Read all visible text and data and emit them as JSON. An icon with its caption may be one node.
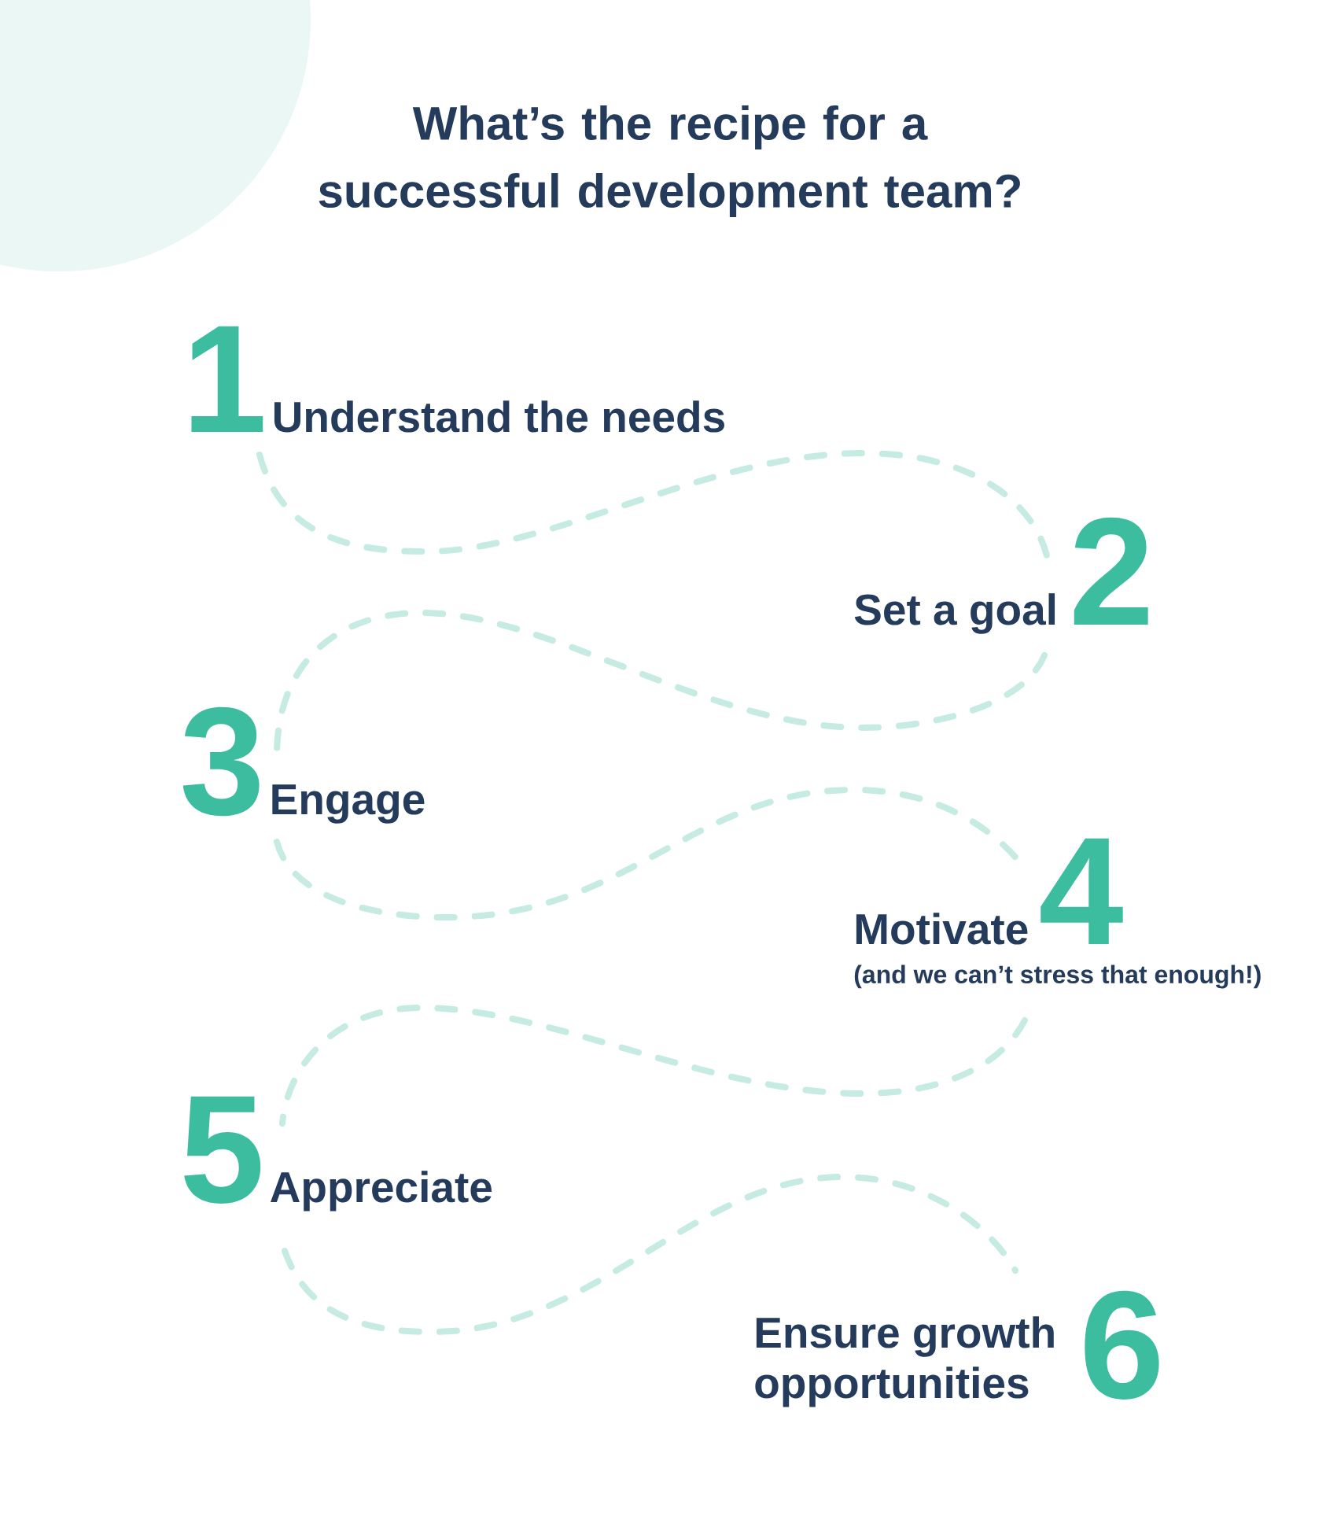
{
  "diagram": {
    "title": "What’s the recipe for a successful development team?",
    "nodes": [
      {
        "text": [
          "1",
          "Understand the needs"
        ]
      },
      {
        "text": [
          "Set a goal",
          "2"
        ]
      },
      {
        "text": [
          "3",
          "Engage"
        ]
      },
      {
        "text": [
          "Motivate",
          "4",
          "(and we can’t stress that enough!)"
        ]
      },
      {
        "text": [
          "5",
          "Appreciate"
        ]
      },
      {
        "text": [
          "Ensure growth opportunities",
          "6"
        ]
      }
    ],
    "edges": [
      {
        "from": 0,
        "to": 1,
        "arrow": "none",
        "style": "dashed"
      },
      {
        "from": 1,
        "to": 2,
        "arrow": "none",
        "style": "dashed"
      },
      {
        "from": 2,
        "to": 3,
        "arrow": "none",
        "style": "dashed"
      },
      {
        "from": 3,
        "to": 4,
        "arrow": "none",
        "style": "dashed"
      },
      {
        "from": 4,
        "to": 5,
        "arrow": "none",
        "style": "dashed"
      }
    ]
  }
}
